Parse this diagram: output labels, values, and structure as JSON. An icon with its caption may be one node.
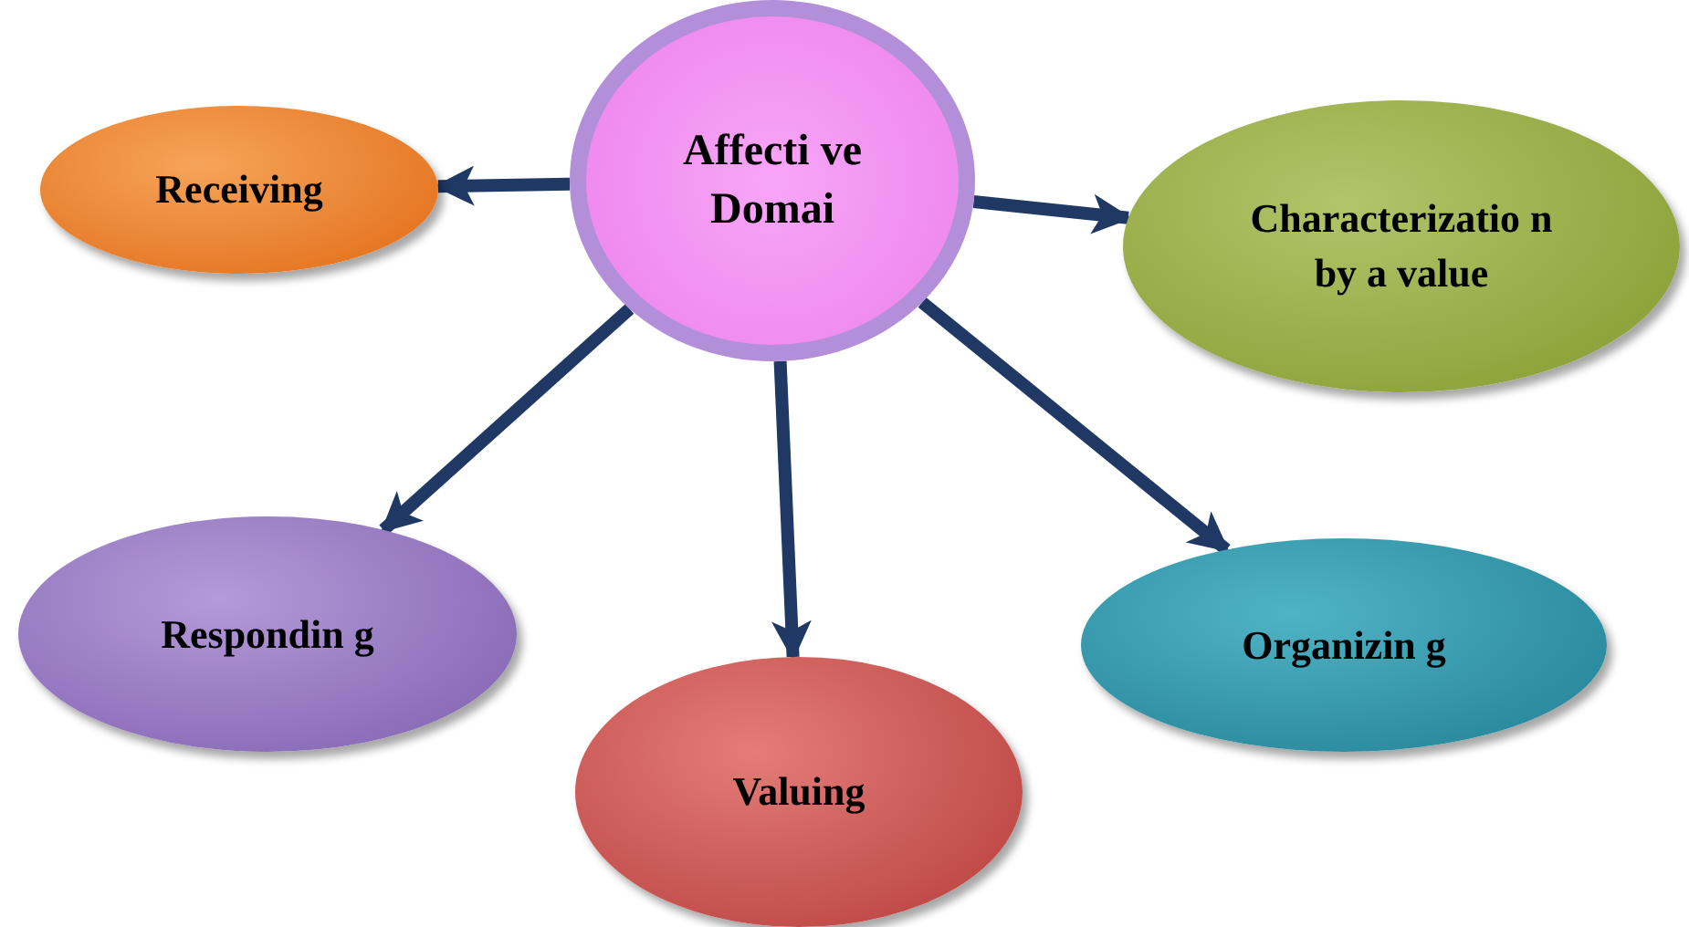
{
  "diagram": {
    "nodes": [
      {
        "text": [
          "Affecti ve Domai"
        ]
      },
      {
        "text": [
          "Receiving"
        ]
      },
      {
        "text": [
          "Characterizatio n by a value"
        ]
      },
      {
        "text": [
          "Respondin g"
        ]
      },
      {
        "text": [
          "Valuing"
        ]
      },
      {
        "text": [
          "Organizin g"
        ]
      }
    ],
    "edges": [
      {
        "from": 0,
        "to": 1,
        "arrow": "to"
      },
      {
        "from": 0,
        "to": 2,
        "arrow": "to"
      },
      {
        "from": 0,
        "to": 3,
        "arrow": "to"
      },
      {
        "from": 0,
        "to": 4,
        "arrow": "to"
      },
      {
        "from": 0,
        "to": 5,
        "arrow": "to"
      }
    ]
  }
}
